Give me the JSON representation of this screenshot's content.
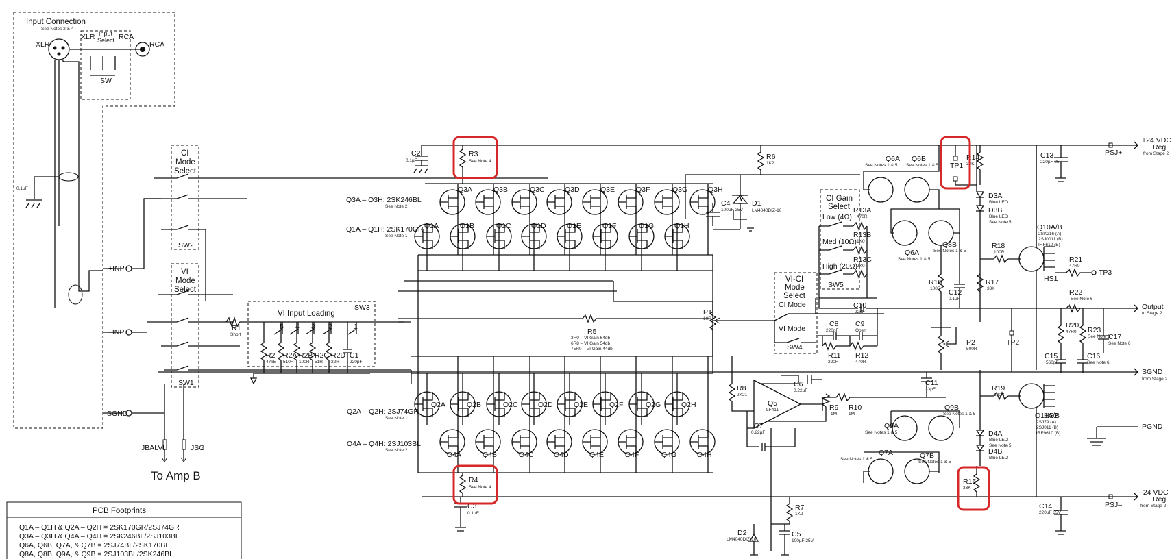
{
  "colors": {
    "wire": "#111111",
    "highlight": "#d62828"
  },
  "input_box": {
    "title": "Input Connection",
    "notes": "See Notes 2 & 4",
    "xlr": "XLR",
    "xlr2": "XLR",
    "select1": "Input",
    "select2": "Select",
    "rca": "RCA",
    "rca2": "RCA",
    "sw": "SW",
    "cap": "0.1µF"
  },
  "inputs": {
    "inp_plus": "+INP",
    "inp_minus": "–INP",
    "sgnd": "SGND"
  },
  "jumpers": {
    "j1": "JBALVI",
    "j2": "JSG",
    "to_amp": "To Amp B"
  },
  "ci_mode": {
    "l1": "CI",
    "l2": "Mode",
    "l3": "Select",
    "sw": "SW2"
  },
  "vi_mode": {
    "l1": "VI",
    "l2": "Mode",
    "l3": "Select",
    "sw": "SW1"
  },
  "vi_loading": {
    "title": "VI Input Loading",
    "sw": "SW3",
    "r1": "R1",
    "r1v": "Short",
    "res": [
      {
        "n": "R2",
        "v": "47k5"
      },
      {
        "n": "R2A",
        "v": "510R"
      },
      {
        "n": "R2B",
        "v": "100R"
      },
      {
        "n": "R2C",
        "v": "51R"
      },
      {
        "n": "R2D",
        "v": "22R"
      },
      {
        "n": "C1",
        "v": "220pF"
      }
    ],
    "pos": [
      "5",
      "4",
      "3",
      "2",
      "1"
    ]
  },
  "top_labels": {
    "c2": "C2",
    "c2v": "0.1µF",
    "r3": "R3",
    "r3v": "See Note 4",
    "r6": "R6",
    "r6v": "1K2",
    "c4": "C4",
    "c4v": "100µF 25V",
    "d1": "D1",
    "d1v": "LM4040DIZ-10"
  },
  "q_top": [
    "Q3A",
    "Q3B",
    "Q3C",
    "Q3D",
    "Q3E",
    "Q3F",
    "Q3G",
    "Q3H"
  ],
  "q_top2": [
    "Q1A",
    "Q1B",
    "Q1C",
    "Q1D",
    "Q1E",
    "Q1F",
    "Q1G",
    "Q1H"
  ],
  "q_top_desc": {
    "a": "Q3A – Q3H: 2SK246BL",
    "an": "See Note 2",
    "b": "Q1A – Q1H: 2SK170GR",
    "bn": "See Note 1"
  },
  "q_bot": [
    "Q2A",
    "Q2B",
    "Q2C",
    "Q2D",
    "Q2E",
    "Q2F",
    "Q2G",
    "Q2H"
  ],
  "q_bot2": [
    "Q4A",
    "Q4B",
    "Q4C",
    "Q4D",
    "Q4E",
    "Q4F",
    "Q4G",
    "Q4H"
  ],
  "q_bot_desc": {
    "a": "Q2A – Q2H: 2SJ74GR",
    "an": "See Note 1",
    "b": "Q4A – Q4H: 2SJ103BL",
    "bn": "See Note 2"
  },
  "r5": {
    "n": "R5",
    "l1": "3R0 – VI Gain 64db",
    "l2": "6R8 – VI Gain 54db",
    "l3": "75R0 – VI Gain 44db"
  },
  "p1": {
    "n": "P1",
    "v": "10R"
  },
  "ci_gain": {
    "t1": "CI Gain",
    "t2": "Select",
    "low": "Low (4Ω)",
    "med": "Med (10Ω)",
    "high": "High (20Ω)",
    "sw": "SW5",
    "r13a": "R13A",
    "r13av": "470R",
    "r13b": "R13B",
    "r13bv": "1K0",
    "r13c": "R13C",
    "r13cv": "2K0"
  },
  "vici": {
    "l1": "VI-CI",
    "l2": "Mode",
    "l3": "Select",
    "ci": "CI Mode",
    "vi": "VI Mode",
    "sw": "SW4"
  },
  "mid": {
    "c10": "C10",
    "c10v": "22pF",
    "c8": "C8",
    "c8v": "220pF",
    "c9": "C9",
    "c9v": "Open",
    "r11": "R11",
    "r11v": "220R",
    "r12": "R12",
    "r12v": "470R",
    "r8": "R8",
    "r8v": "2K21",
    "c6": "C6",
    "c6v": "0.22µF",
    "q5": "Q5",
    "q5v": "LF411",
    "r9": "R9",
    "r9v": "1M",
    "r10": "R10",
    "r10v": "1M",
    "c7": "C7",
    "c7v": "0.22µF"
  },
  "right": {
    "q6a": "Q6A",
    "q6an": "See Notes 1 & 5",
    "q6b": "Q6B",
    "q6bn": "See Notes 1 & 5",
    "q6a2": "Q6A",
    "q6a2n": "See Notes 1 & 5",
    "q8b": "Q8B",
    "q8bn": "See Notes 1 & 5",
    "tp1": "TP1",
    "r14": "R14",
    "r14v": "33K",
    "d3a": "D3A",
    "d3av": "Blue LED",
    "d3b": "D3B",
    "d3bv": "Blue LED",
    "d3bn": "See Note 5",
    "r18": "R18",
    "r18v": "100R",
    "q10": "Q10A/B",
    "q10v1": "2SK216 (A)",
    "q10v2": "2SJ0011 (B)",
    "q10v3": "IRF610 (B)",
    "hs1": "HS1",
    "r21": "R21",
    "r21v": "47R0",
    "tp3": "TP3",
    "r16": "R16",
    "r16v": "100R",
    "c12": "C12",
    "c12v": "0.1µF",
    "r17": "R17",
    "r17v": "33K",
    "r22": "R22",
    "r22v": "See Note 6",
    "r20": "R20",
    "r20v": "47R0",
    "r23": "R23",
    "r23v": "See Note 6",
    "c17": "C17",
    "c17v": "See Note 6",
    "p2": "P2",
    "p2v": "500R",
    "tp2": "TP2",
    "c15": "C15",
    "c15v": "560pF",
    "c16": "C16",
    "c16v": "See Note 6",
    "c11": "C11",
    "c11v": "33pF",
    "r19": "R19",
    "r19v": "100R",
    "q11": "Q11A/B",
    "q11v1": "2SJ79 (A)",
    "q11v2": "2SJ011 (B)",
    "q11v3": "IRF9610 (B)",
    "hs2": "HS2",
    "q9a": "Q9A",
    "q9an": "See Notes 1 & 5",
    "q9b": "Q9B",
    "q9bn": "See Notes 1 & 5",
    "q7a": "Q7A",
    "q7an": "See Notes 1 & 5",
    "q7b": "Q7B",
    "q7bn": "See Notes 1 & 5",
    "d4a": "D4A",
    "d4av": "Blue LED",
    "d4an": "See Note 5",
    "d4b": "D4B",
    "d4bv": "Blue LED",
    "r15": "R15",
    "r15v": "33K",
    "r4": "R4",
    "r4v": "See Note 4",
    "c3": "C3",
    "c3v": "0.1µF",
    "r7": "R7",
    "r7v": "1K2",
    "d2": "D2",
    "d2v": "LM4040DIZ-10",
    "c5": "C5",
    "c5v": "100µF 25V",
    "c13": "C13",
    "c13v": "220µF 35V",
    "c14": "C14",
    "c14v": "220µF 35V",
    "psj_p": "PSJ+",
    "psj_m": "PSJ–"
  },
  "rails": {
    "pos1": "+24 VDC",
    "pos2": "Reg",
    "pos3": "from Stage 2",
    "neg1": "–24 VDC",
    "neg2": "Reg",
    "neg3": "from Stage 2",
    "out1": "Output",
    "out2": "to Stage 2",
    "sg1": "SGND",
    "sg2": "from Stage 2",
    "pgnd": "PGND"
  },
  "pcb": {
    "title": "PCB Footprints",
    "lines": [
      "Q1A – Q1H & Q2A – Q2H = 2SK170GR/2SJ74GR",
      "Q3A – Q3H & Q4A – Q4H = 2SK246BL/2SJ103BL",
      "Q6A, Q6B, Q7A, & Q7B = 2SJ74BL/2SK170BL",
      "Q8A, Q8B, Q9A, & Q9B = 2SJ103BL/2SK246BL"
    ]
  }
}
